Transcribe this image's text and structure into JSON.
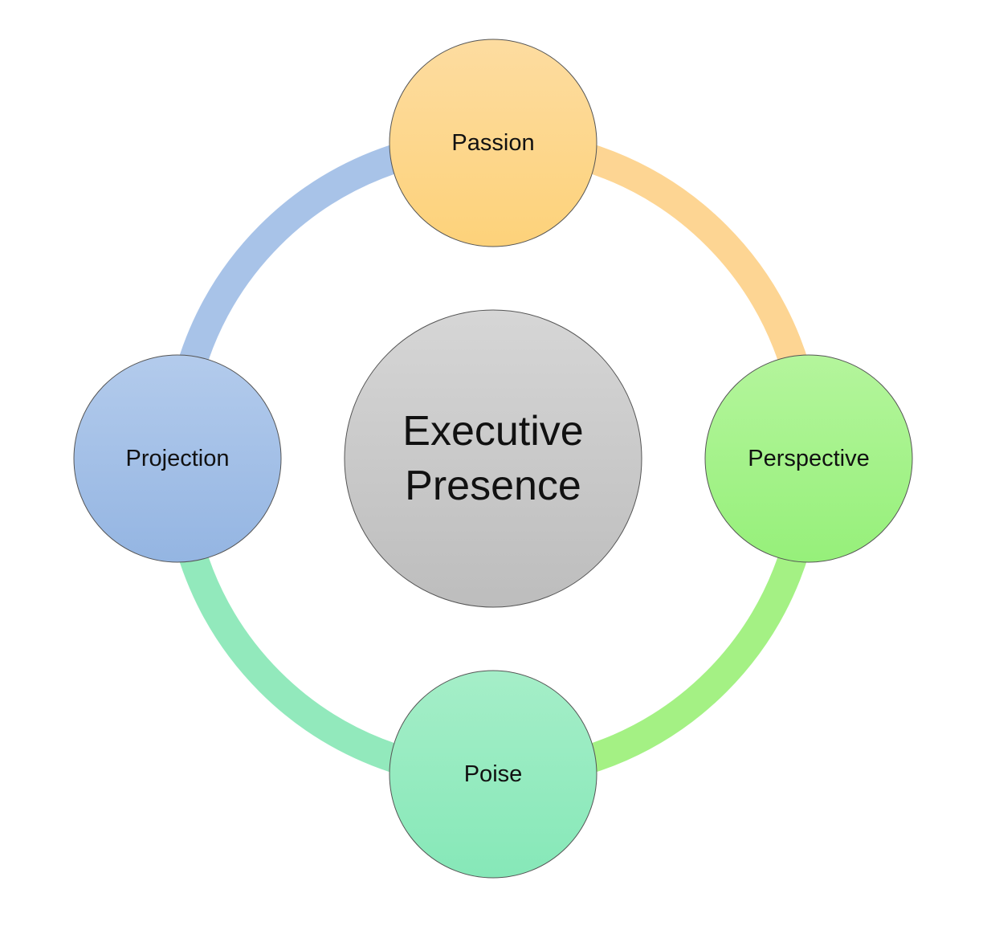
{
  "center": {
    "line1": "Executive",
    "line2": "Presence",
    "color_top": "#d6d6d6",
    "color_bottom": "#bdbdbd"
  },
  "nodes": [
    {
      "id": "passion",
      "label": "Passion",
      "color_top": "#fddca0",
      "color_bottom": "#fdd27a"
    },
    {
      "id": "perspective",
      "label": "Perspective",
      "color_top": "#b4f59c",
      "color_bottom": "#96f07a"
    },
    {
      "id": "poise",
      "label": "Poise",
      "color_top": "#a5eec8",
      "color_bottom": "#86e8b8"
    },
    {
      "id": "projection",
      "label": "Projection",
      "color_top": "#b3cbec",
      "color_bottom": "#94b5e2"
    }
  ],
  "ring_arcs": [
    {
      "from": "passion",
      "to": "perspective",
      "color": "#fdd593"
    },
    {
      "from": "perspective",
      "to": "poise",
      "color": "#a4f184"
    },
    {
      "from": "poise",
      "to": "projection",
      "color": "#92e9bc"
    },
    {
      "from": "projection",
      "to": "passion",
      "color": "#a8c3e8"
    }
  ]
}
